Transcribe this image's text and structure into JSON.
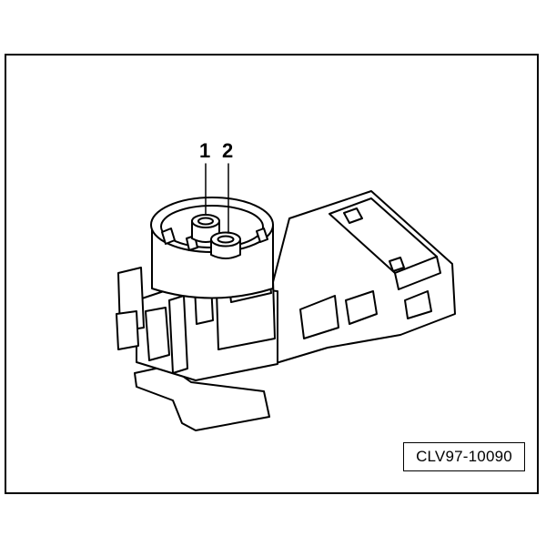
{
  "diagram": {
    "callouts": [
      {
        "id": "1",
        "label": "1"
      },
      {
        "id": "2",
        "label": "2"
      }
    ],
    "reference_code": "CLV97-10090"
  },
  "colors": {
    "line": "#000000",
    "fill": "#ffffff"
  }
}
